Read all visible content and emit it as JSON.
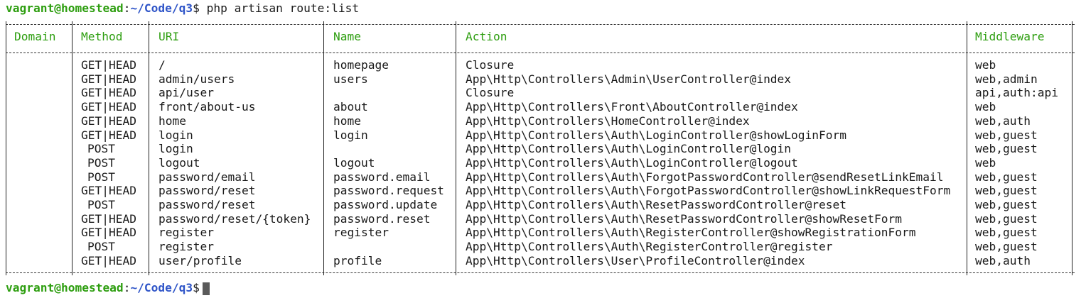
{
  "prompt": {
    "user_host": "vagrant@homestead",
    "colon": ":",
    "path": "~/Code/q3",
    "dollar": "$",
    "command": "php artisan route:list"
  },
  "table": {
    "headers": [
      "Domain",
      "Method",
      "URI",
      "Name",
      "Action",
      "Middleware"
    ],
    "rows": [
      [
        "",
        "GET|HEAD",
        "/",
        "homepage",
        "Closure",
        "web"
      ],
      [
        "",
        "GET|HEAD",
        "admin/users",
        "users",
        "App\\Http\\Controllers\\Admin\\UserController@index",
        "web,admin"
      ],
      [
        "",
        "GET|HEAD",
        "api/user",
        "",
        "Closure",
        "api,auth:api"
      ],
      [
        "",
        "GET|HEAD",
        "front/about-us",
        "about",
        "App\\Http\\Controllers\\Front\\AboutController@index",
        "web"
      ],
      [
        "",
        "GET|HEAD",
        "home",
        "home",
        "App\\Http\\Controllers\\HomeController@index",
        "web,auth"
      ],
      [
        "",
        "GET|HEAD",
        "login",
        "login",
        "App\\Http\\Controllers\\Auth\\LoginController@showLoginForm",
        "web,guest"
      ],
      [
        "",
        "POST",
        "login",
        "",
        "App\\Http\\Controllers\\Auth\\LoginController@login",
        "web,guest"
      ],
      [
        "",
        "POST",
        "logout",
        "logout",
        "App\\Http\\Controllers\\Auth\\LoginController@logout",
        "web"
      ],
      [
        "",
        "POST",
        "password/email",
        "password.email",
        "App\\Http\\Controllers\\Auth\\ForgotPasswordController@sendResetLinkEmail",
        "web,guest"
      ],
      [
        "",
        "GET|HEAD",
        "password/reset",
        "password.request",
        "App\\Http\\Controllers\\Auth\\ForgotPasswordController@showLinkRequestForm",
        "web,guest"
      ],
      [
        "",
        "POST",
        "password/reset",
        "password.update",
        "App\\Http\\Controllers\\Auth\\ResetPasswordController@reset",
        "web,guest"
      ],
      [
        "",
        "GET|HEAD",
        "password/reset/{token}",
        "password.reset",
        "App\\Http\\Controllers\\Auth\\ResetPasswordController@showResetForm",
        "web,guest"
      ],
      [
        "",
        "GET|HEAD",
        "register",
        "register",
        "App\\Http\\Controllers\\Auth\\RegisterController@showRegistrationForm",
        "web,guest"
      ],
      [
        "",
        "POST",
        "register",
        "",
        "App\\Http\\Controllers\\Auth\\RegisterController@register",
        "web,guest"
      ],
      [
        "",
        "GET|HEAD",
        "user/profile",
        "profile",
        "App\\Http\\Controllers\\User\\ProfileController@index",
        "web,auth"
      ]
    ]
  },
  "colors": {
    "prompt_user": "#2e9e10",
    "prompt_path": "#2f55c8",
    "header_text": "#2e9e10",
    "text": "#1a1a1a",
    "background": "#ffffff"
  }
}
